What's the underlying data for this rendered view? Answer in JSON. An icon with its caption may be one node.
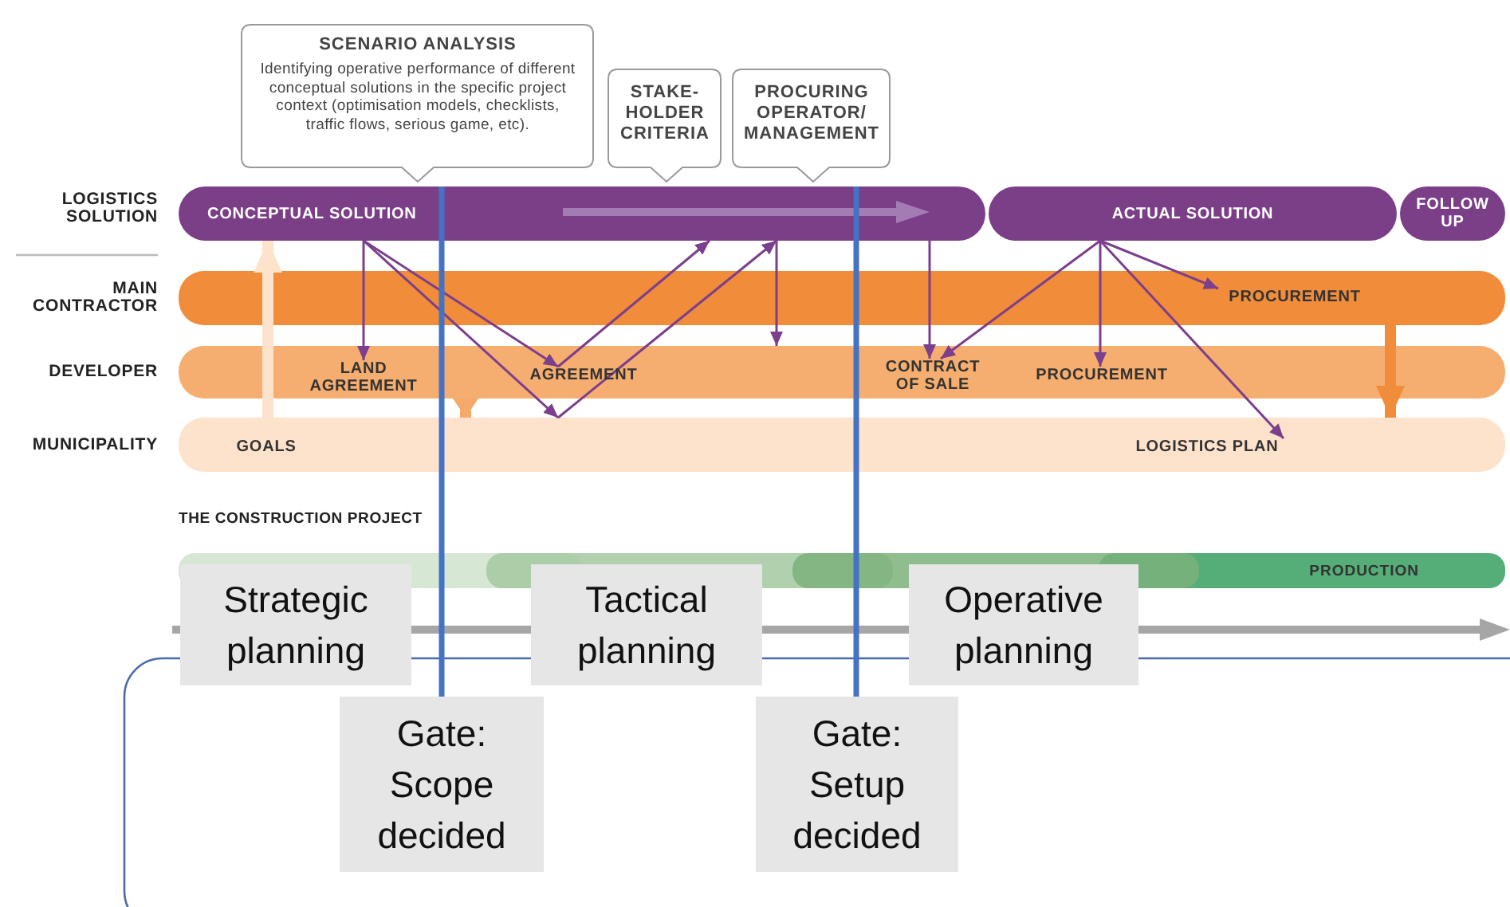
{
  "diagram": {
    "nodes": [
      {
        "text": [
          "SCENARIO ANALYSIS",
          "Identifying operative performance of different conceptual solutions in the specific project context (optimisation models, checklists, traffic flows, serious game, etc)."
        ]
      },
      {
        "text": [
          "STAKE- HOLDER CRITERIA"
        ]
      },
      {
        "text": [
          "PROCURING OPERATOR/ MANAGEMENT"
        ]
      },
      {
        "text": [
          "CONCEPTUAL SOLUTION"
        ]
      },
      {
        "text": [
          "ACTUAL SOLUTION"
        ]
      },
      {
        "text": [
          "FOLLOW UP"
        ]
      },
      {
        "text": [
          "MAIN CONTRACTOR"
        ]
      },
      {
        "text": [
          "PROCUREMENT"
        ],
        "in": 6
      },
      {
        "text": [
          "DEVELOPER"
        ]
      },
      {
        "text": [
          "LAND AGREEMENT"
        ],
        "in": 8
      },
      {
        "text": [
          "AGREEMENT"
        ],
        "in": 8
      },
      {
        "text": [
          "CONTRACT OF SALE"
        ],
        "in": 8
      },
      {
        "text": [
          "PROCUREMENT"
        ],
        "in": 8
      },
      {
        "text": [
          "MUNICIPALITY"
        ]
      },
      {
        "text": [
          "GOALS"
        ],
        "in": 13
      },
      {
        "text": [
          "LOGISTICS PLAN"
        ],
        "in": 13
      },
      {
        "text": [
          "PRODUCTION"
        ]
      },
      {
        "text": [
          "Strategic planning"
        ]
      },
      {
        "text": [
          "Tactical planning"
        ]
      },
      {
        "text": [
          "Operative planning"
        ]
      },
      {
        "text": [
          "Gate: Scope decided"
        ]
      },
      {
        "text": [
          "Gate: Setup decided"
        ]
      }
    ],
    "edges": [
      {
        "from": 3,
        "to": 9,
        "arrow": "to"
      },
      {
        "from": 3,
        "to": 10,
        "arrow": "to"
      },
      {
        "from": 3,
        "to": 13,
        "arrow": "to"
      },
      {
        "from": 10,
        "to": 3,
        "arrow": "to"
      },
      {
        "from": 13,
        "to": 3,
        "arrow": "to"
      },
      {
        "from": 3,
        "to": 8,
        "arrow": "to"
      },
      {
        "from": 3,
        "to": 11,
        "arrow": "to"
      },
      {
        "from": 4,
        "to": 11,
        "arrow": "to"
      },
      {
        "from": 4,
        "to": 12,
        "arrow": "to"
      },
      {
        "from": 4,
        "to": 7,
        "arrow": "to"
      },
      {
        "from": 4,
        "to": 15,
        "arrow": "to"
      },
      {
        "from": 13,
        "to": 3,
        "arrow": "to",
        "style": "thick",
        "color": "#fde3cc"
      },
      {
        "from": 8,
        "to": 13,
        "arrow": "to",
        "style": "thick",
        "color": "#f5a96a"
      },
      {
        "from": 6,
        "to": 13,
        "arrow": "to",
        "style": "thick",
        "color": "#f08c3a"
      },
      {
        "from": 3,
        "to": 20,
        "arrow": "none",
        "style": "thick",
        "color": "#4472c4"
      },
      {
        "from": 3,
        "to": 21,
        "arrow": "none",
        "style": "thick",
        "color": "#4472c4"
      }
    ],
    "labels": [
      "LOGISTICS SOLUTION",
      "THE CONSTRUCTION PROJECT"
    ]
  }
}
